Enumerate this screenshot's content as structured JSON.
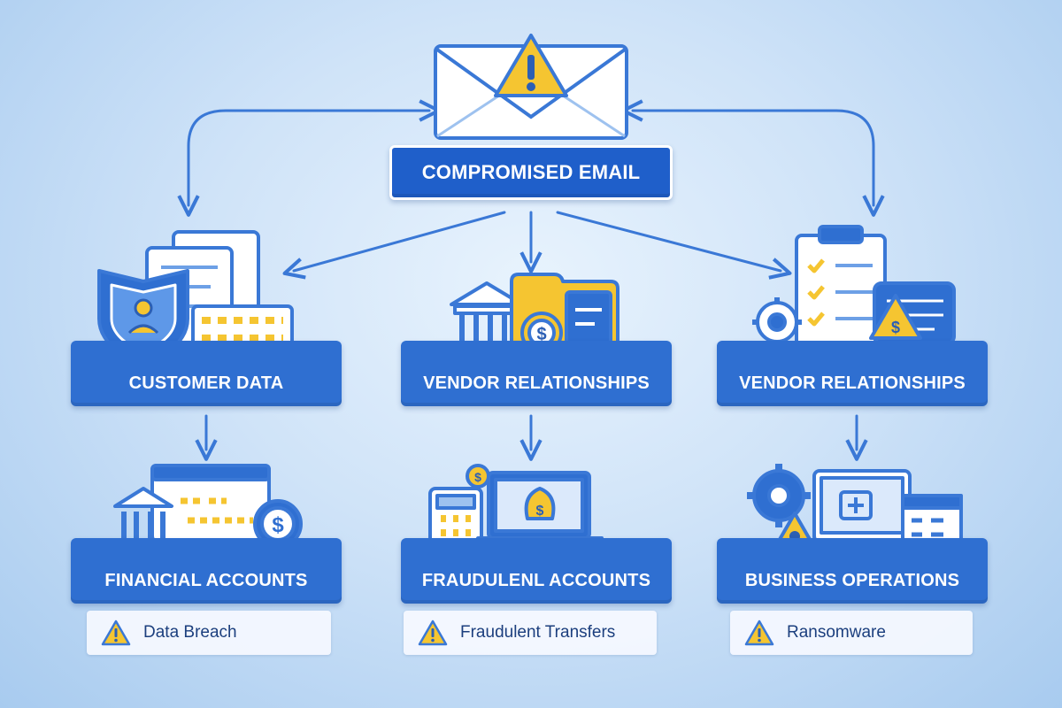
{
  "root": {
    "label": "COMPROMISED EMAIL"
  },
  "middle": [
    {
      "label": "CUSTOMER DATA"
    },
    {
      "label": "VENDOR RELATIONSHIPS"
    },
    {
      "label": "VENDOR RELATIONSHIPS"
    }
  ],
  "bottom": [
    {
      "label": "FINANCIAL ACCOUNTS"
    },
    {
      "label": "FRAUDULENL ACCOUNTS"
    },
    {
      "label": "BUSINESS OPERATIONS"
    }
  ],
  "risks": [
    {
      "label": "Data Breach"
    },
    {
      "label": "Fraudulent Transfers"
    },
    {
      "label": "Ransomware"
    }
  ],
  "colors": {
    "box_blue": "#2f6fd1",
    "accent_yellow": "#f5c531",
    "line_blue": "#3a78d6",
    "risk_text": "#1c3f7e"
  },
  "icons": {
    "root": "envelope-warning-icon",
    "customer_data": "shield-documents-icon",
    "vendor_relationships_1": "bank-folder-coin-icon",
    "vendor_relationships_2": "clipboard-gear-money-icon",
    "financial_accounts": "bank-browser-coin-icon",
    "fraudulent_accounts": "calculator-laptop-money-icon",
    "business_operations": "gear-monitor-warning-icon"
  }
}
